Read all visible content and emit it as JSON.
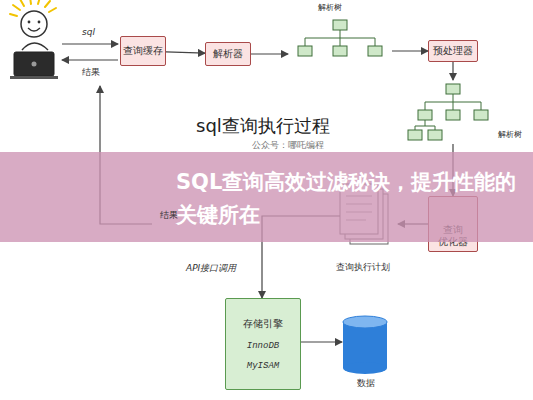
{
  "diagram": {
    "title": "sql查询执行过程",
    "nodes": [
      {
        "text": [
          "查询缓存"
        ]
      },
      {
        "text": [
          "解析器"
        ]
      },
      {
        "text": [
          "解析树"
        ]
      },
      {
        "text": [
          "预处理器"
        ]
      },
      {
        "text": [
          "解析树"
        ]
      },
      {
        "text": [
          "查询 优化器"
        ]
      },
      {
        "text": [
          "查询执行计划"
        ]
      },
      {
        "text": [
          "存储引擎",
          "InnoDB",
          "MyISAM"
        ]
      },
      {
        "text": [
          "数据"
        ]
      }
    ],
    "edges": [
      {
        "from": 0,
        "to": 1,
        "arrow": "to"
      },
      {
        "from": 1,
        "to": 2,
        "arrow": "to"
      },
      {
        "from": 2,
        "to": 3,
        "arrow": "to"
      },
      {
        "from": 3,
        "to": 4,
        "arrow": "to"
      },
      {
        "from": 4,
        "to": 5,
        "arrow": "to"
      },
      {
        "from": 5,
        "to": 6,
        "arrow": "to"
      },
      {
        "from": 6,
        "to": 7,
        "label": "API接口调用",
        "arrow": "to"
      },
      {
        "from": 7,
        "to": 8,
        "arrow": "to"
      }
    ],
    "labels": [
      "sql",
      "结果",
      "公众号：哪吒编程",
      "结果",
      "SQL查询高效过滤秘诀，提升性能的关键所在"
    ]
  }
}
